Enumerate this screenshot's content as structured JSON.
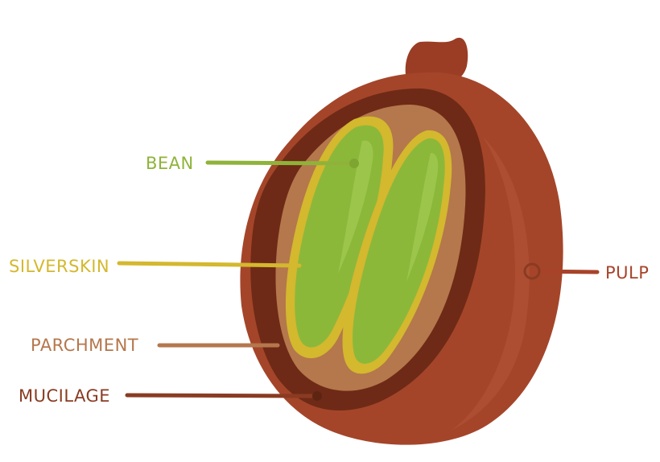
{
  "diagram": {
    "labels": {
      "bean": "BEAN",
      "silverskin": "SILVERSKIN",
      "parchment": "PARCHMENT",
      "mucilage": "MUCILAGE",
      "pulp": "PULP"
    },
    "colors": {
      "bean": "#8fb33a",
      "bean_fill": "#8cb83a",
      "silverskin": "#d4b82e",
      "parchment": "#b5774c",
      "mucilage": "#8a3b22",
      "pulp": "#a8432a",
      "pulp_fill": "#a4452a",
      "inner_dark": "#6e2a16"
    }
  }
}
